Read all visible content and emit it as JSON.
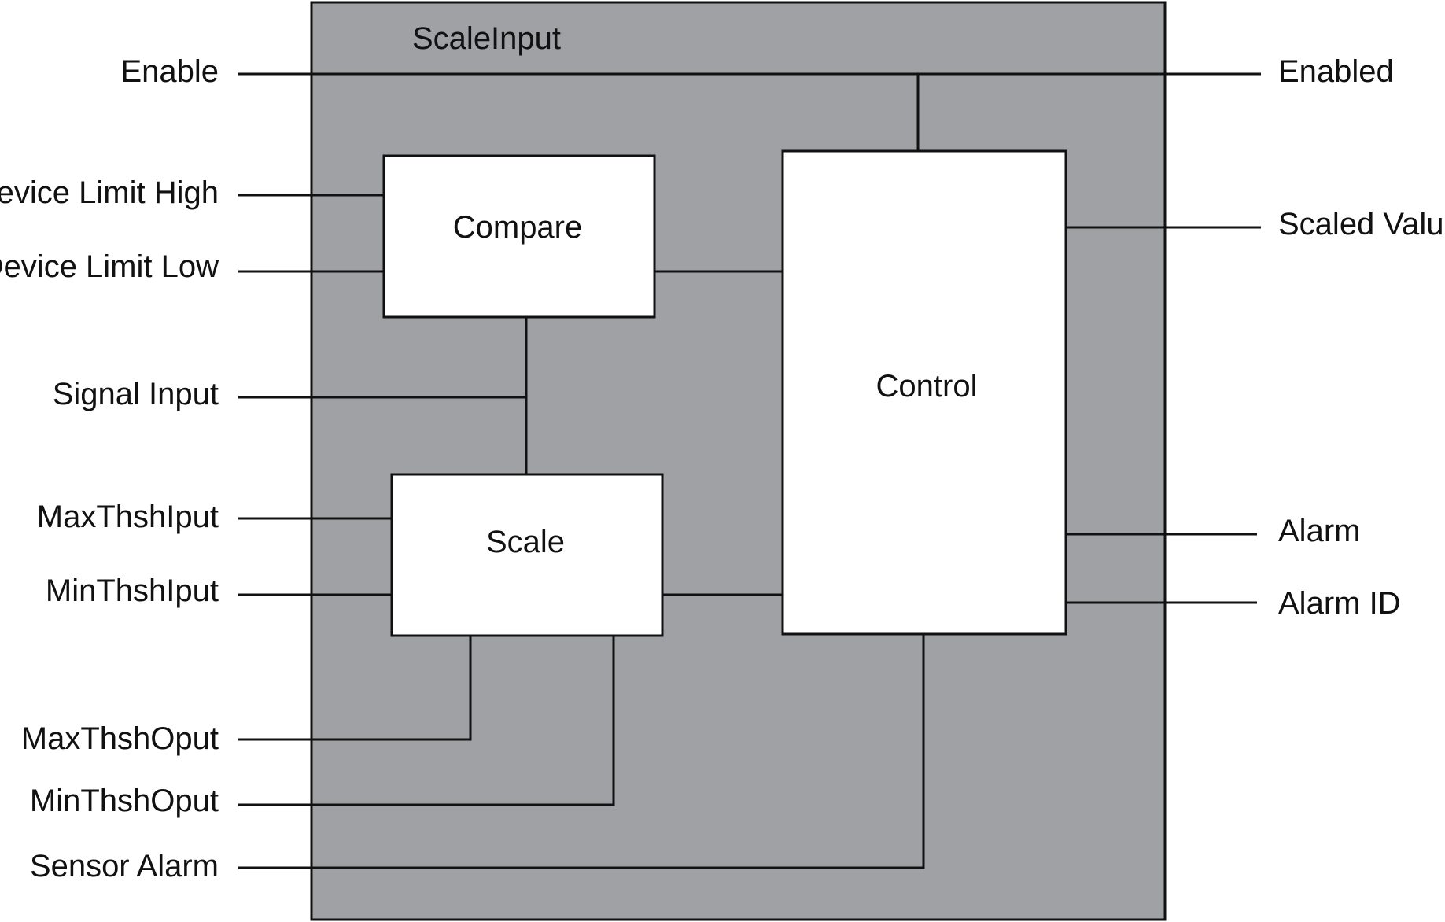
{
  "block": {
    "title": "ScaleInput",
    "fill_color": "#9fa1a4",
    "inner_fill_color": "#ffffff",
    "line_color": "#111111"
  },
  "blocks": {
    "compare": "Compare",
    "scale": "Scale",
    "control": "Control"
  },
  "inputs": {
    "enable": "Enable",
    "device_limit_high": "Device Limit High",
    "device_limit_low": "Device Limit Low",
    "signal_input": "Signal Input",
    "max_thsh_iput": "MaxThshIput",
    "min_thsh_iput": "MinThshIput",
    "max_thsh_oput": "MaxThshOput",
    "min_thsh_oput": "MinThshOput",
    "sensor_alarm": "Sensor Alarm"
  },
  "outputs": {
    "enabled": "Enabled",
    "scaled_value": "Scaled Value",
    "alarm": "Alarm",
    "alarm_id": "Alarm ID"
  }
}
